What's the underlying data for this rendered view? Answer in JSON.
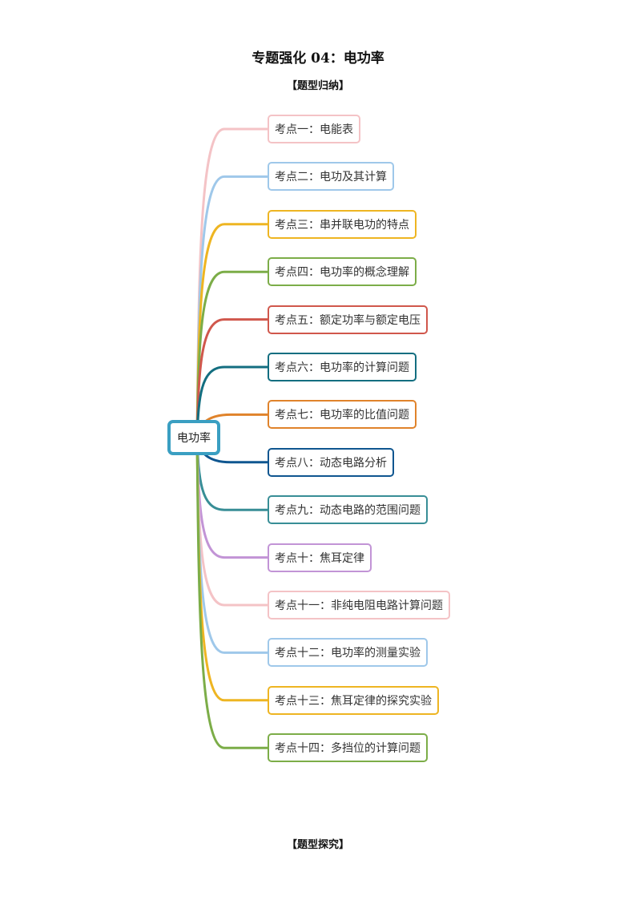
{
  "document": {
    "title": "专题强化 04：电功率",
    "section_summary": "【题型归纳】",
    "section_explore": "【题型探究】"
  },
  "mindmap": {
    "center": "电功率",
    "center_color": "#3a9fc2",
    "topics": [
      {
        "label": "考点一：电能表",
        "color": "#f4c3c6"
      },
      {
        "label": "考点二：电功及其计算",
        "color": "#9fc8ea"
      },
      {
        "label": "考点三：串并联电功的特点",
        "color": "#eeb522"
      },
      {
        "label": "考点四：电功率的概念理解",
        "color": "#7cad48"
      },
      {
        "label": "考点五：额定功率与额定电压",
        "color": "#d0574c"
      },
      {
        "label": "考点六：电功率的计算问题",
        "color": "#136e80"
      },
      {
        "label": "考点七：电功率的比值问题",
        "color": "#e0832b"
      },
      {
        "label": "考点八：动态电路分析",
        "color": "#0f5690"
      },
      {
        "label": "考点九：动态电路的范围问题",
        "color": "#388e96"
      },
      {
        "label": "考点十：焦耳定律",
        "color": "#c294d6"
      },
      {
        "label": "考点十一：非纯电阻电路计算问题",
        "color": "#f4c3c6"
      },
      {
        "label": "考点十二：电功率的测量实验",
        "color": "#9fc8ea"
      },
      {
        "label": "考点十三：焦耳定律的探究实验",
        "color": "#eeb522"
      },
      {
        "label": "考点十四：多挡位的计算问题",
        "color": "#7cad48"
      }
    ]
  }
}
